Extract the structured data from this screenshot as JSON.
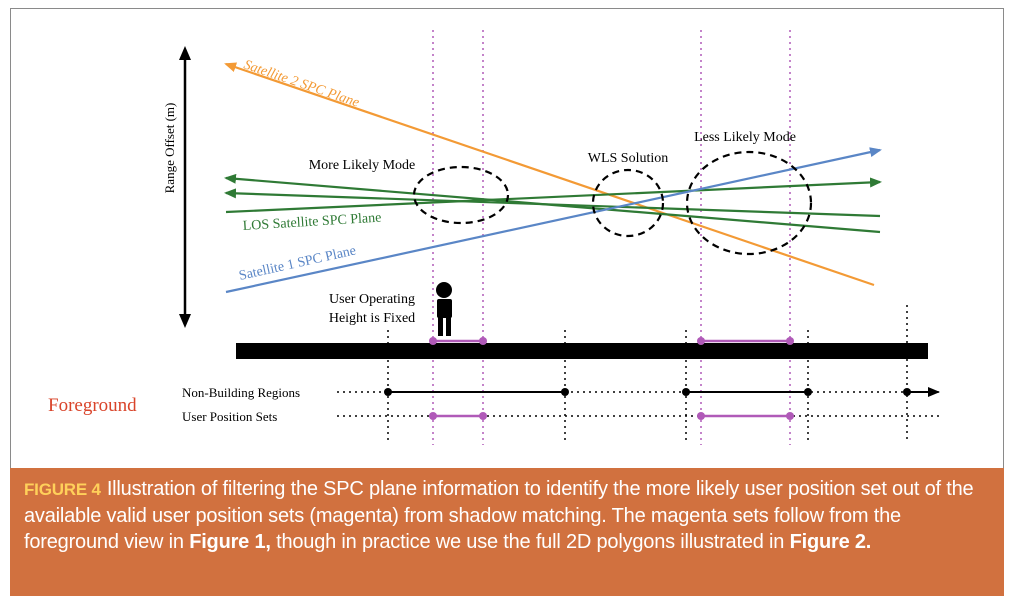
{
  "diagram": {
    "y_axis_label": "Range Offset (m)",
    "planes": {
      "satellite2": {
        "label": "Satellite 2 SPC Plane",
        "color": "#f39a35"
      },
      "los": {
        "label": "LOS Satellite SPC Plane",
        "color": "#2f7a35"
      },
      "satellite1": {
        "label": "Satellite 1 SPC Plane",
        "color": "#5a86c6"
      }
    },
    "modes": {
      "more_likely": "More Likely Mode",
      "wls": "WLS Solution",
      "less_likely": "Less Likely Mode"
    },
    "user_height_label": [
      "User Operating",
      "Height is Fixed"
    ],
    "foreground_label": "Foreground",
    "row_labels": {
      "non_building": "Non-Building Regions",
      "user_position": "User Position Sets"
    },
    "colors": {
      "magenta": "#b05ab8",
      "foreground_red": "#d9442a",
      "ground": "#000000"
    }
  },
  "caption": {
    "label": "FIGURE 4",
    "text_1": "Illustration of filtering the SPC plane information to identify the more likely user position set out of the available valid user position sets (magenta) from shadow matching. The magenta sets follow from the foreground view in ",
    "ref_1": "Figure 1,",
    "text_2": " though in practice we use the full 2D polygons illustrated in ",
    "ref_2": "Figure 2.",
    "background_color": "#d1713f",
    "label_color": "#ffd05a"
  }
}
